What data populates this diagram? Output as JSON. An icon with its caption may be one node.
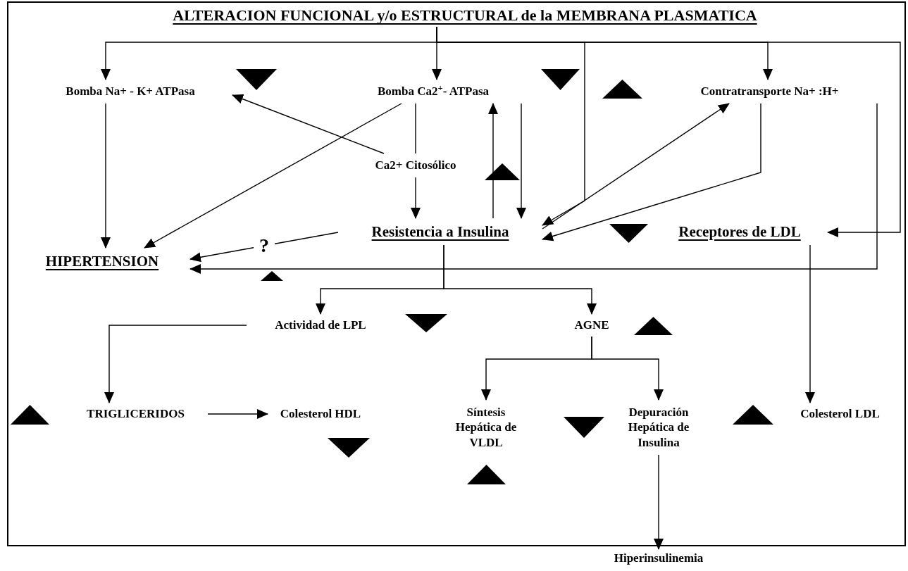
{
  "diagram": {
    "nodes": [
      {
        "text": [
          "ALTERACION FUNCIONAL y/o ESTRUCTURAL de la MEMBRANA PLASMATICA"
        ]
      },
      {
        "text": [
          "Bomba Na+ - K+ ATPasa"
        ]
      },
      {
        "text": [
          "Bomba Ca2$^{+}$- ATPasa"
        ]
      },
      {
        "text": [
          "Contratransporte Na+ :H+"
        ]
      },
      {
        "text": [
          "Ca2+ Citosólico"
        ]
      },
      {
        "text": [
          "Resistencia a Insulina"
        ]
      },
      {
        "text": [
          "HIPERTENSION"
        ]
      },
      {
        "text": [
          "Receptores de LDL"
        ]
      },
      {
        "text": [
          "Actividad de LPL"
        ]
      },
      {
        "text": [
          "AGNE"
        ]
      },
      {
        "text": [
          "TRIGLICERIDOS"
        ]
      },
      {
        "text": [
          "Colesterol HDL"
        ]
      },
      {
        "text": [
          "Síntesis Hepática de VLDL"
        ]
      },
      {
        "text": [
          "Depuración Hepática de Insulina"
        ]
      },
      {
        "text": [
          "Colesterol LDL"
        ]
      },
      {
        "text": [
          "Hiperinsulinemia"
        ]
      }
    ],
    "edges": [
      {
        "from": 0,
        "to": 1,
        "arrow": "to"
      },
      {
        "from": 0,
        "to": 2,
        "arrow": "to"
      },
      {
        "from": 0,
        "to": 3,
        "arrow": "to"
      },
      {
        "from": 0,
        "to": 5,
        "arrow": "to"
      },
      {
        "from": 0,
        "to": 7,
        "arrow": "to"
      },
      {
        "from": 1,
        "to": 6,
        "arrow": "to"
      },
      {
        "from": 2,
        "to": 6,
        "arrow": "to"
      },
      {
        "from": 4,
        "to": 1,
        "arrow": "to"
      },
      {
        "from": 2,
        "to": 4,
        "arrow": "none"
      },
      {
        "from": 4,
        "to": 5,
        "arrow": "to"
      },
      {
        "from": 5,
        "to": 2,
        "arrow": "to"
      },
      {
        "from": 2,
        "to": 5,
        "arrow": "to"
      },
      {
        "from": 5,
        "to": 3,
        "arrow": "to"
      },
      {
        "from": 3,
        "to": 5,
        "arrow": "to"
      },
      {
        "from": 5,
        "to": 6,
        "arrow": "to",
        "label": "?"
      },
      {
        "from": 3,
        "to": 6,
        "arrow": "to"
      },
      {
        "from": 5,
        "to": 8,
        "arrow": "to"
      },
      {
        "from": 5,
        "to": 9,
        "arrow": "to"
      },
      {
        "from": 8,
        "to": 10,
        "arrow": "to"
      },
      {
        "from": 10,
        "to": 11,
        "arrow": "to"
      },
      {
        "from": 9,
        "to": 12,
        "arrow": "to"
      },
      {
        "from": 9,
        "to": 13,
        "arrow": "to"
      },
      {
        "from": 7,
        "to": 14,
        "arrow": "to"
      },
      {
        "from": 13,
        "to": 15,
        "arrow": "to"
      }
    ]
  }
}
